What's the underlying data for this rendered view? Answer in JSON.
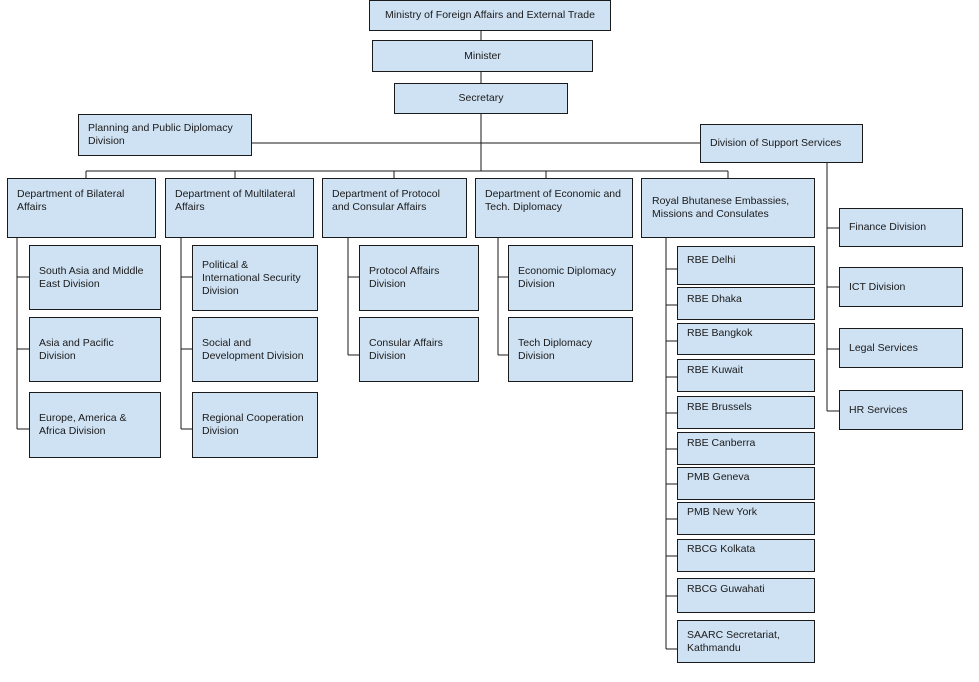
{
  "colors": {
    "box_fill": "#cfe2f3",
    "box_border": "#1a1a1a",
    "line": "#1a1a1a"
  },
  "org": {
    "ministry": "Ministry of Foreign Affairs and External Trade",
    "minister": "Minister",
    "secretary": "Secretary",
    "planning": "Planning and Public Diplomacy Division",
    "support": "Division of Support Services",
    "departments": {
      "bilateral": {
        "title": "Department of Bilateral Affairs",
        "divisions": [
          "South Asia and Middle East Division",
          "Asia and Pacific Division",
          "Europe, America & Africa Division"
        ]
      },
      "multilateral": {
        "title": "Department of Multilateral Affairs",
        "divisions": [
          "Political & International Security Division",
          "Social and Development Division",
          "Regional Cooperation Division"
        ]
      },
      "protocol": {
        "title": "Department of Protocol and Consular Affairs",
        "divisions": [
          "Protocol Affairs Division",
          "Consular Affairs Division"
        ]
      },
      "economic": {
        "title": "Department of Economic and Tech. Diplomacy",
        "divisions": [
          "Economic Diplomacy Division",
          "Tech Diplomacy Division"
        ]
      },
      "embassies": {
        "title": "Royal Bhutanese Embassies, Missions and Consulates",
        "items": [
          "RBE Delhi",
          "RBE Dhaka",
          "RBE Bangkok",
          "RBE Kuwait",
          "RBE Brussels",
          "RBE Canberra",
          "PMB Geneva",
          "PMB New York",
          "RBCG Kolkata",
          "RBCG Guwahati",
          "SAARC Secretariat, Kathmandu"
        ]
      }
    },
    "support_units": [
      "Finance Division",
      "ICT Division",
      "Legal Services",
      "HR Services"
    ]
  }
}
